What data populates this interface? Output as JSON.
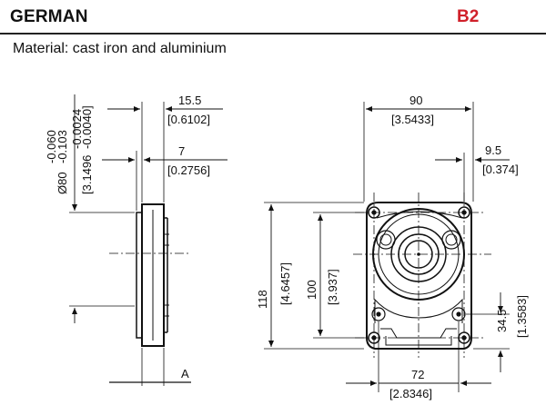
{
  "header": {
    "title": "GERMAN",
    "code": "B2",
    "code_color": "#d0202a"
  },
  "material": "Material: cast iron and aluminium",
  "side_view": {
    "dim_15_5": "15.5",
    "dim_15_5_in": "[0.6102]",
    "dim_7": "7",
    "dim_7_in": "[0.2756]",
    "dia_main": "Ø80",
    "dia_tol_upper": "-0.060",
    "dia_tol_lower": "-0.103",
    "dia_in_main": "[3.1496",
    "dia_in_tol_upper": "-0.0024",
    "dia_in_tol_lower": "-0.0040]",
    "datum": "A"
  },
  "front_view": {
    "dim_90": "90",
    "dim_90_in": "[3.5433]",
    "dim_9_5": "9.5",
    "dim_9_5_in": "[0.374]",
    "dim_118": "118",
    "dim_118_in": "[4.6457]",
    "dim_100": "100",
    "dim_100_in": "[3.937]",
    "dim_34_5": "34.5",
    "dim_34_5_in": "[1.3583]",
    "dim_72": "72",
    "dim_72_in": "[2.8346]"
  }
}
